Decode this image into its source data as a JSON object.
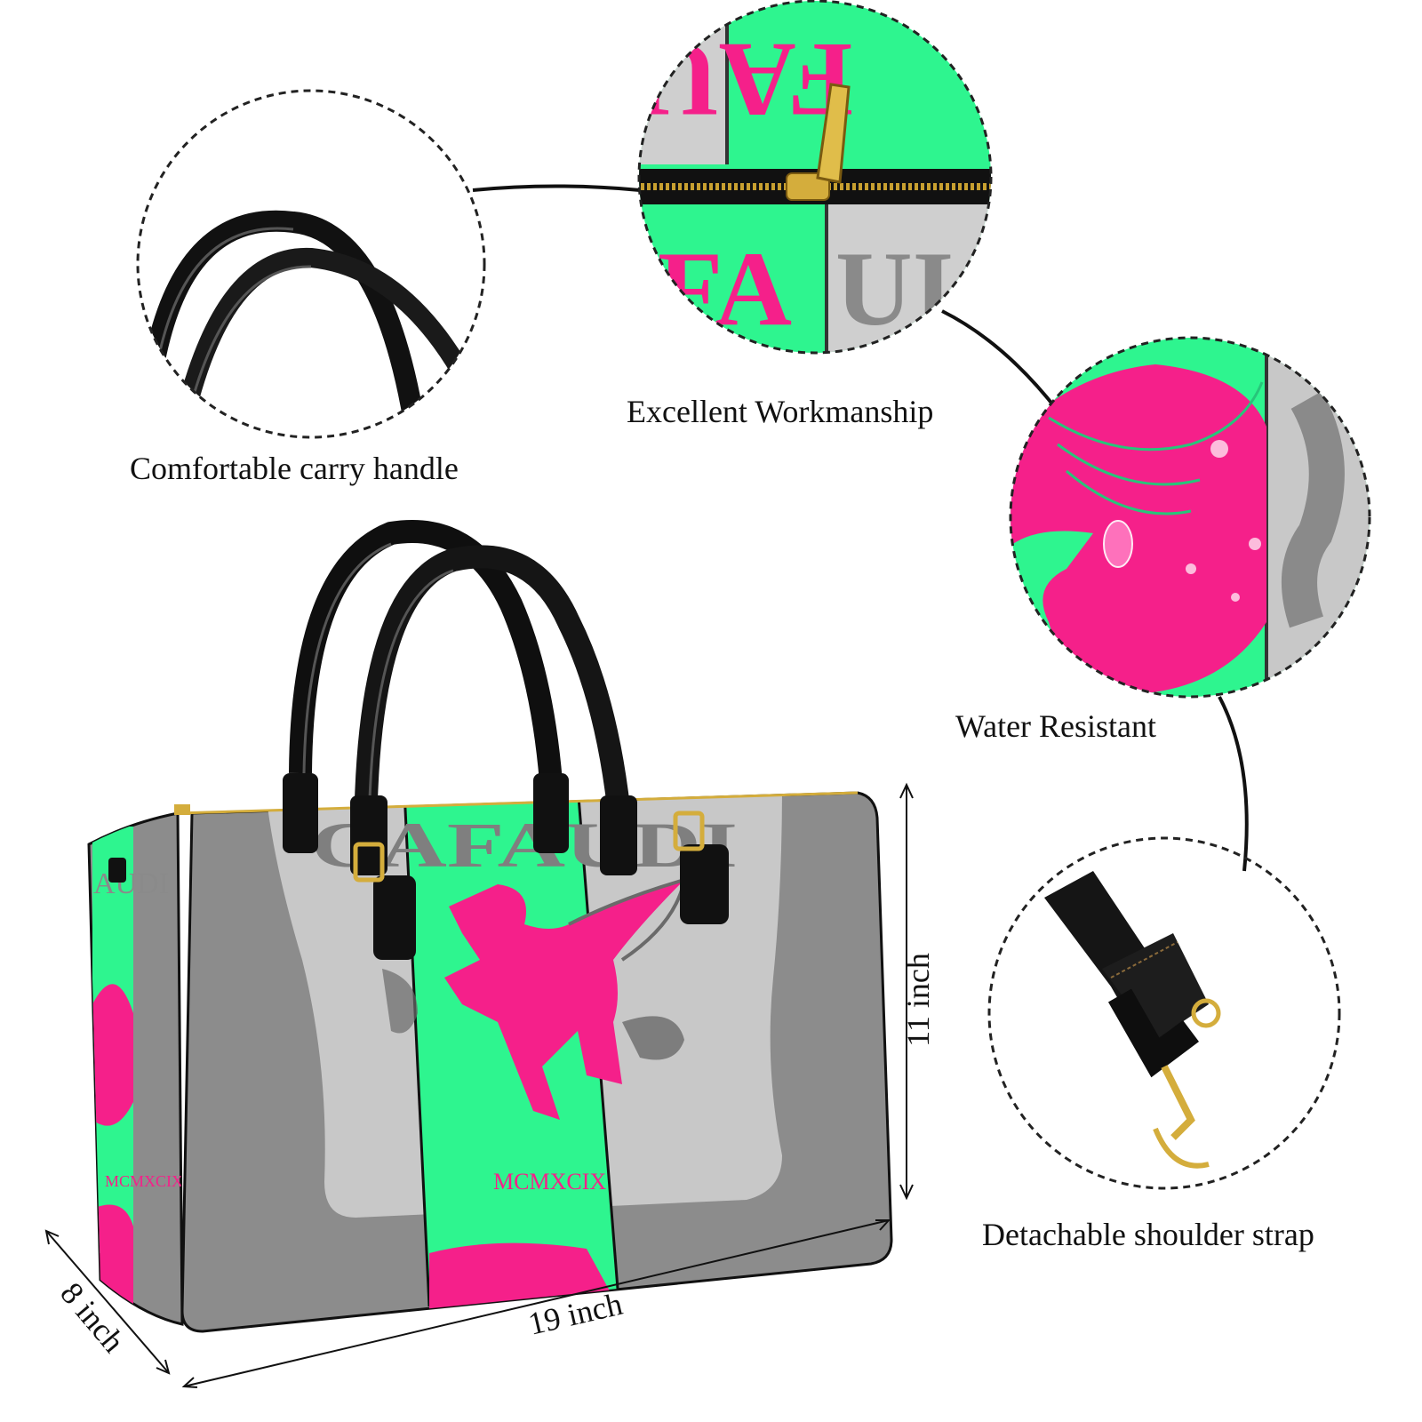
{
  "features": {
    "handle": "Comfortable carry handle",
    "workmanship": "Excellent Workmanship",
    "water": "Water Resistant",
    "strap": "Detachable shoulder strap"
  },
  "dimensions": {
    "width": "19 inch",
    "height": "11  inch",
    "depth": "8 inch"
  },
  "bag_print": {
    "brand": "CAFAUDI",
    "year": "MCMXCIX",
    "side_brand": "AUDI",
    "zip_letters_top": "FAU",
    "zip_letters_bottom": "FA",
    "zip_letters_gray": "UI"
  },
  "colors": {
    "green": "#2ef58f",
    "pink": "#f5208a",
    "gray_dark": "#8c8c8c",
    "gray_light": "#c8c8c8",
    "black": "#111111"
  }
}
